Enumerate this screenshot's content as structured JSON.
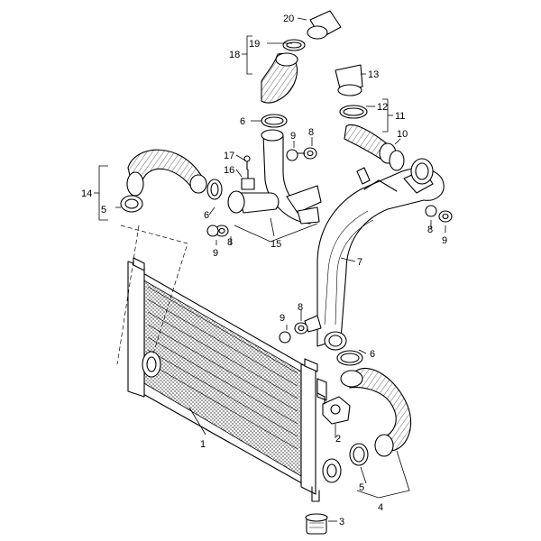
{
  "labels": {
    "l1": "1",
    "l2": "2",
    "l3": "3",
    "l4": "4",
    "l5a": "5",
    "l5b": "5",
    "l6a": "6",
    "l6b": "6",
    "l6c": "6",
    "l7": "7",
    "l8a": "8",
    "l8b": "8",
    "l8c": "8",
    "l8d": "8",
    "l9a": "9",
    "l9b": "9",
    "l9c": "9",
    "l9d": "9",
    "l10": "10",
    "l11": "11",
    "l12": "12",
    "l13": "13",
    "l14": "14",
    "l15": "15",
    "l16": "16",
    "l17": "17",
    "l18": "18",
    "l19": "19",
    "l20": "20"
  }
}
